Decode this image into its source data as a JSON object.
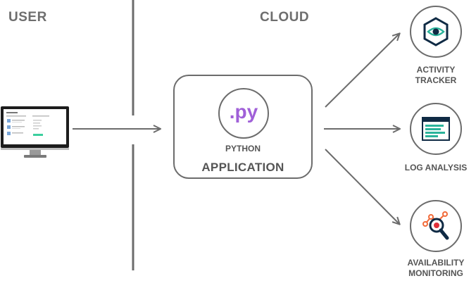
{
  "sections": {
    "user": "USER",
    "cloud": "CLOUD"
  },
  "application": {
    "icon_text": ".py",
    "language": "PYTHON",
    "label": "APPLICATION"
  },
  "services": [
    {
      "label_line1": "ACTIVITY",
      "label_line2": "TRACKER",
      "icon": "eye-hexagon-icon"
    },
    {
      "label_line1": "LOG ANALYSIS",
      "label_line2": "",
      "icon": "log-window-icon"
    },
    {
      "label_line1": "AVAILABILITY",
      "label_line2": "MONITORING",
      "icon": "magnifier-network-icon"
    }
  ],
  "colors": {
    "line": "#6c6c6c",
    "python_purple": "#a060d8",
    "teal": "#2bb39b",
    "navy": "#0f2a44",
    "orange": "#f26b3a",
    "red": "#e0303a"
  }
}
